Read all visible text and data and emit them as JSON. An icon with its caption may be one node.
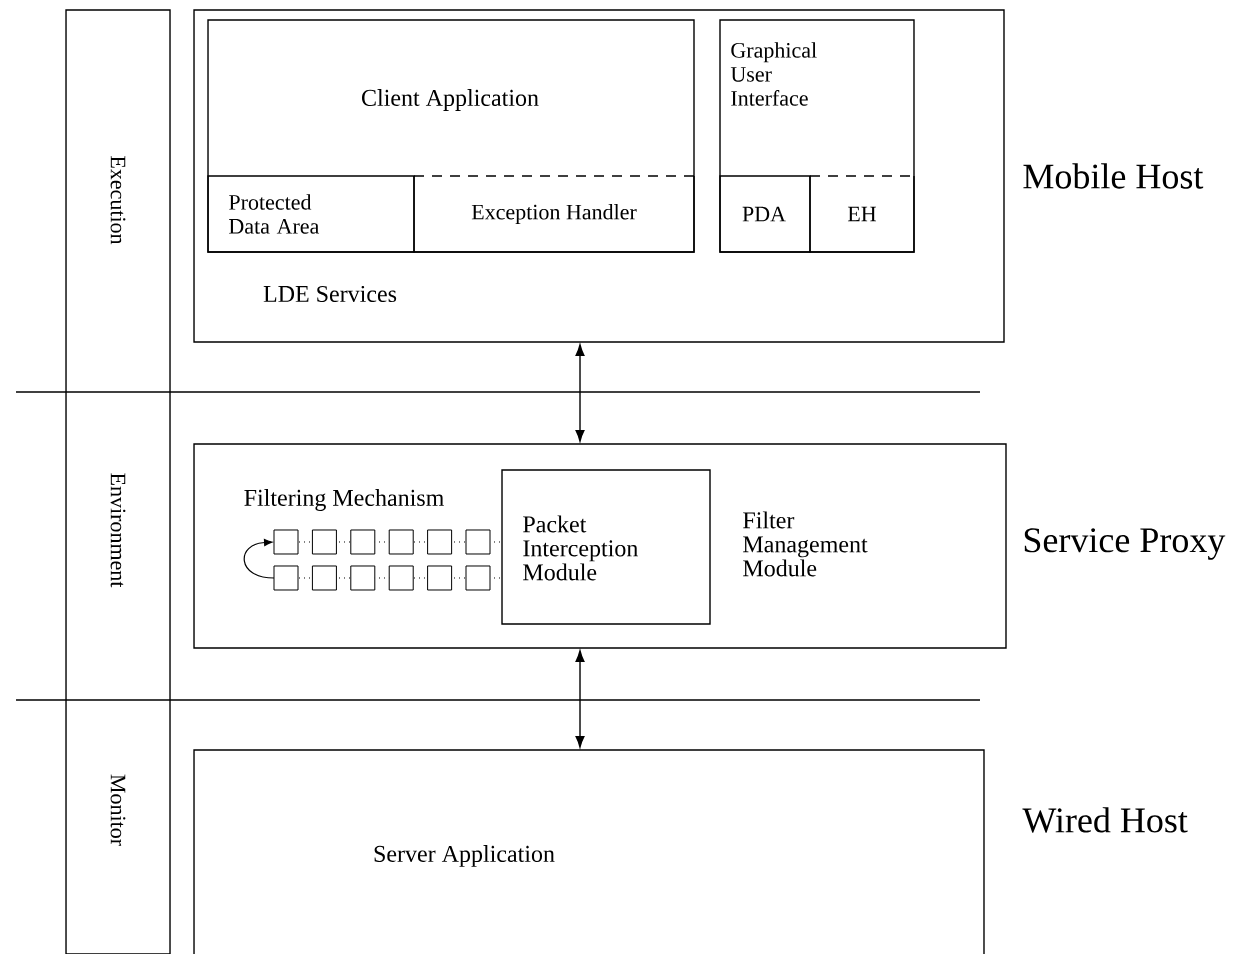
{
  "diagram": {
    "nodes": [
      {
        "text": [
          "Execution",
          "Environment",
          "Monitor"
        ]
      },
      {
        "text": [
          "LDE Services"
        ],
        "beside": [
          "Mobile Host"
        ]
      },
      {
        "text": [
          "Client Application"
        ],
        "in": 1
      },
      {
        "text": [
          "Protected Data Area"
        ],
        "in": 2
      },
      {
        "text": [
          "Exception Handler"
        ],
        "in": 2
      },
      {
        "text": [
          "Graphical User Interface"
        ],
        "in": 1
      },
      {
        "text": [
          "PDA"
        ],
        "in": 5
      },
      {
        "text": [
          "EH"
        ],
        "in": 5
      },
      {
        "text": [
          "Filter Management Module"
        ],
        "beside": [
          "Service Proxy"
        ]
      },
      {
        "text": [
          "Packet Interception Module"
        ],
        "in": 8
      },
      {
        "text": [
          "Server Application"
        ],
        "beside": [
          "Wired Host"
        ]
      }
    ],
    "edges": [
      {
        "from": 1,
        "to": 8,
        "arrow": "both"
      },
      {
        "from": 8,
        "to": 10,
        "arrow": "both"
      }
    ],
    "labels": [
      "Filtering Mechanism"
    ]
  }
}
